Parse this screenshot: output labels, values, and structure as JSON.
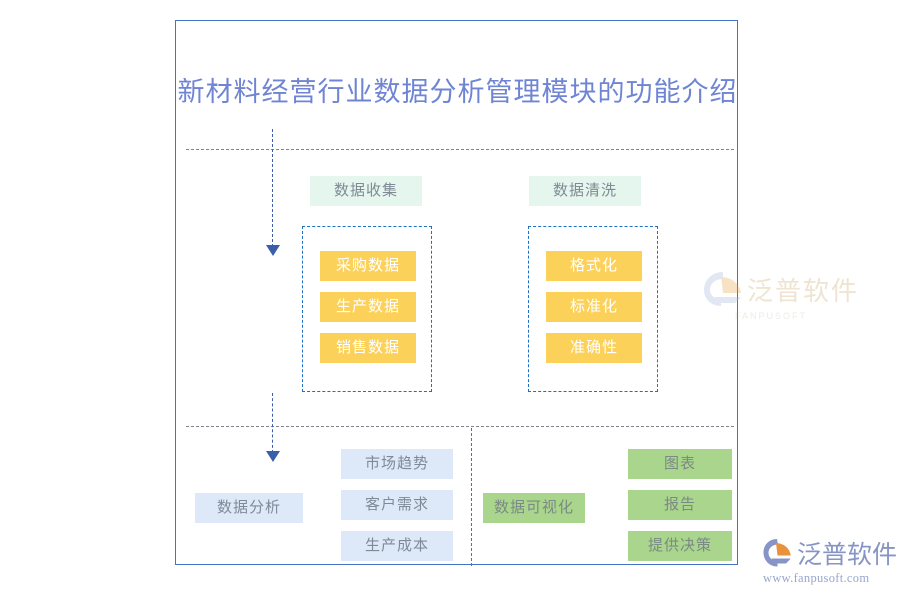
{
  "title": "新材料经营行业数据分析管理模块的功能介绍",
  "colors": {
    "frame_border": "#4472c4",
    "title_text": "#6f85d4",
    "stage_header_bg": "#e4f6ed",
    "chip_yellow": "#fcd15a",
    "chip_blue": "#dde9f8",
    "chip_green": "#a9d58c",
    "group_dash": "#1f6fc4",
    "divider_dash": "#808389",
    "arrow": "#3b5ea8"
  },
  "stages": {
    "collect": {
      "header": "数据收集",
      "items": [
        "采购数据",
        "生产数据",
        "销售数据"
      ]
    },
    "clean": {
      "header": "数据清洗",
      "items": [
        "格式化",
        "标准化",
        "准确性"
      ]
    },
    "analysis": {
      "label": "数据分析",
      "items": [
        "市场趋势",
        "客户需求",
        "生产成本"
      ]
    },
    "visualization": {
      "label": "数据可视化",
      "items": [
        "图表",
        "报告",
        "提供决策"
      ]
    }
  },
  "watermark": {
    "text": "泛普软件",
    "sub": "FANPUSOFT"
  },
  "brand": {
    "name": "泛普软件",
    "url": "www.fanpusoft.com"
  }
}
